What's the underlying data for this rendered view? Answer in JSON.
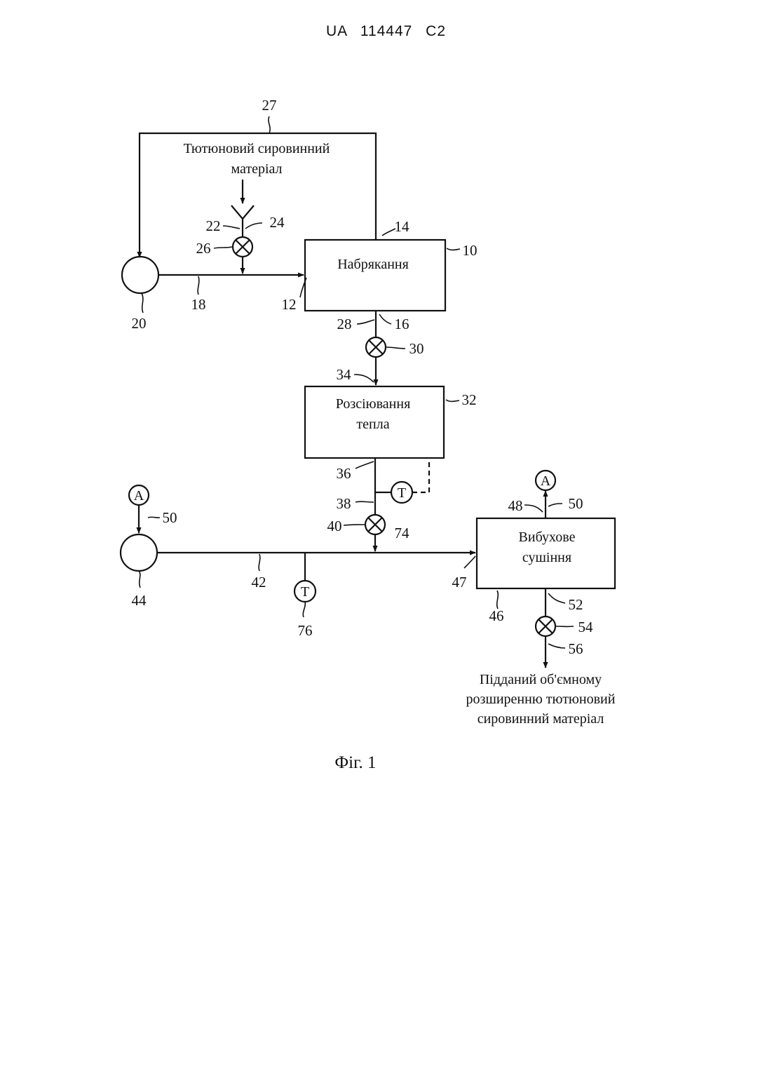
{
  "header": {
    "publication": "UA   114447   C2"
  },
  "diagram": {
    "figure_caption": "Фіг. 1",
    "labels": {
      "feed_line1": "Тютюновий сировинний",
      "feed_line2": "матеріал",
      "box_swelling": "Набрякання",
      "box_heat1": "Розсіювання",
      "box_heat2": "тепла",
      "box_dry1": "Вибухове",
      "box_dry2": "сушіння",
      "out_line1": "Підданий об'ємному",
      "out_line2": "розширенню тютюновий",
      "out_line3": "сировинний матеріал",
      "node_a": "A",
      "sensor_t": "T"
    },
    "refs": {
      "r10": "10",
      "r12": "12",
      "r14": "14",
      "r16": "16",
      "r18": "18",
      "r20": "20",
      "r22": "22",
      "r24": "24",
      "r26": "26",
      "r27": "27",
      "r28": "28",
      "r30": "30",
      "r32": "32",
      "r34": "34",
      "r36": "36",
      "r38": "38",
      "r40": "40",
      "r42": "42",
      "r44": "44",
      "r46": "46",
      "r47": "47",
      "r48": "48",
      "r50a": "50",
      "r50b": "50",
      "r52": "52",
      "r54": "54",
      "r56": "56",
      "r74": "74",
      "r76": "76"
    }
  }
}
